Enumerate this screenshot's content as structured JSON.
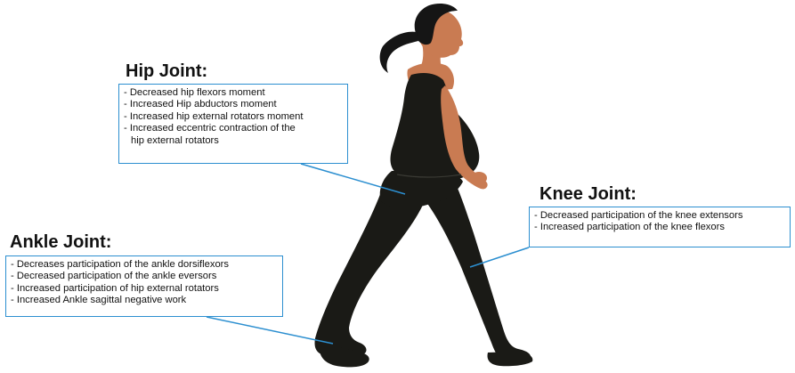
{
  "callouts": {
    "hip": {
      "title": "Hip Joint:",
      "lines": [
        "- Decreased hip flexors moment",
        "- Increased Hip abductors moment",
        "- Increased hip external rotators moment",
        "- Increased eccentric contraction of the",
        "hip external rotators"
      ]
    },
    "knee": {
      "title": "Knee Joint:",
      "lines": [
        "- Decreased participation of the knee extensors",
        "- Increased participation of the knee flexors"
      ]
    },
    "ankle": {
      "title": "Ankle Joint:",
      "lines": [
        "- Decreases participation of the ankle dorsiflexors",
        "- Decreased participation of the ankle eversors",
        "- Increased participation of hip external rotators",
        "- Increased Ankle sagittal negative work"
      ]
    }
  },
  "colors": {
    "callout_border": "#2c8fd0",
    "leader_line": "#2c8fd0",
    "skin": "#c97b52",
    "clothing": "#1a1a16",
    "hair": "#151515"
  },
  "figure": {
    "description_icon": "pregnant-woman-walking-silhouette"
  }
}
